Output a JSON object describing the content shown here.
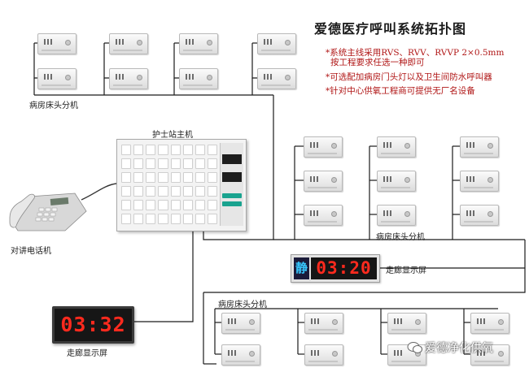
{
  "title": "爱德医疗呼叫系统拓扑图",
  "notes": [
    "*系统主线采用RVS、RVV、RVVP 2×0.5mm",
    "按工程要求任选一种即可",
    "*可选配加病房门头灯以及卫生间防水呼叫器",
    "*针对中心供氧工程商可提供无厂名设备"
  ],
  "labels": {
    "bed_units_top": "病房床头分机",
    "bed_units_right": "病房床头分机",
    "bed_units_bottom": "病房床头分机",
    "nurse_station": "护士站主机",
    "intercom_phone": "对讲电话机",
    "corridor_display_small": "走廊显示屏",
    "corridor_display_big": "走廊显示屏"
  },
  "corridor_display_small": {
    "tag": "静",
    "time": "03:20"
  },
  "corridor_display_big": {
    "time": "03:32"
  },
  "watermark": "爱德净化供氧",
  "colors": {
    "note_red": "#b01616",
    "led_red": "#ff2a1e",
    "teal": "#19a38f"
  },
  "icons": [
    "wechat-icon",
    "telephone-icon"
  ]
}
